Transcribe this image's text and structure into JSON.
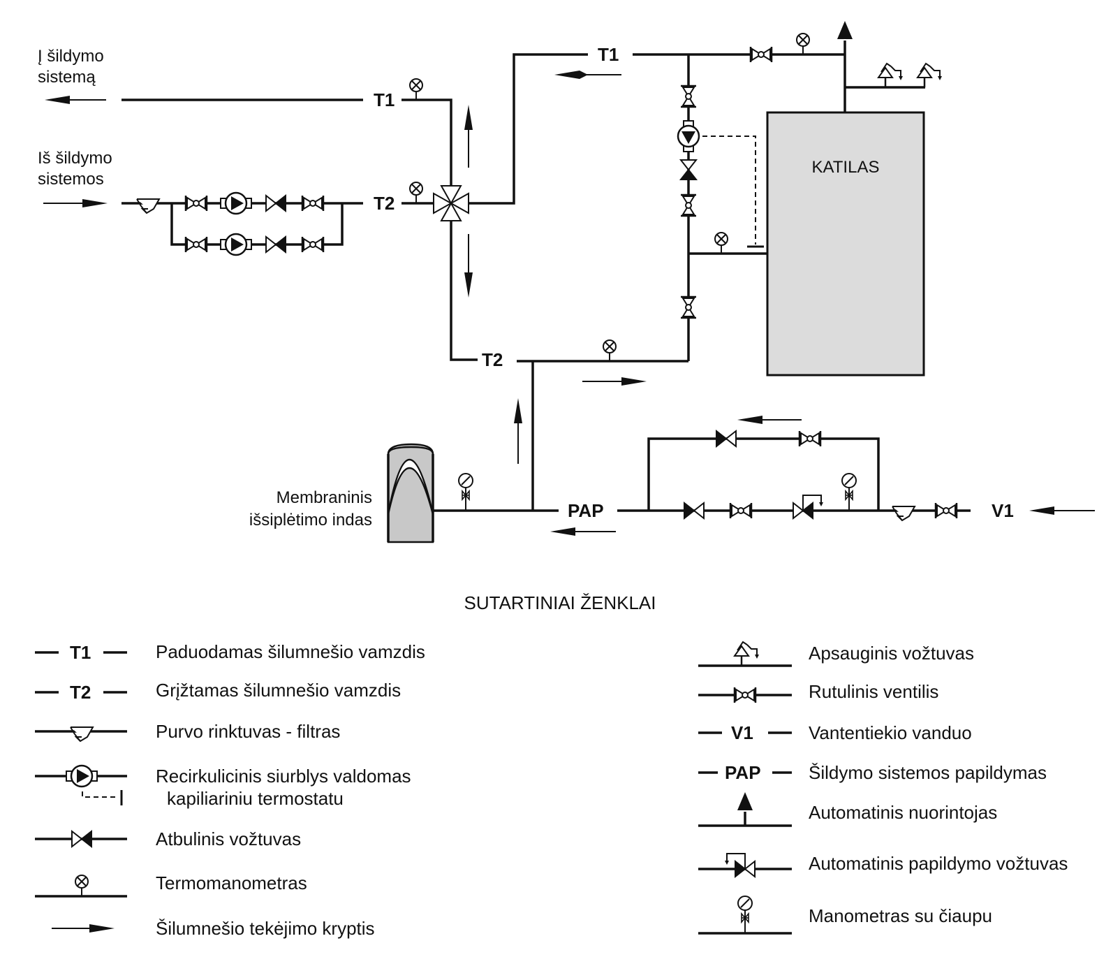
{
  "colors": {
    "line": "#111111",
    "boiler_fill": "#dcdcdc",
    "vessel_fill": "#c8c8c8"
  },
  "diagram": {
    "to_system": [
      "Į šildymo",
      "sistemą"
    ],
    "from_system": [
      "Iš šildymo",
      "sistemos"
    ],
    "t1": "T1",
    "t2": "T2",
    "boiler": "KATILAS",
    "pap": "PAP",
    "v1": "V1",
    "vessel": [
      "Membraninis",
      "išsiplėtimo indas"
    ]
  },
  "legend": {
    "title": "SUTARTINIAI   ŽENKLAI",
    "left": [
      {
        "code": "T1",
        "text": "Paduodamas šilumnešio vamzdis"
      },
      {
        "code": "T2",
        "text": "Grįžtamas šilumnešio vamzdis"
      },
      {
        "icon": "strainer-icon",
        "text": "Purvo rinktuvas - filtras"
      },
      {
        "icon": "pump-icon",
        "text": "Recirkulicinis siurblys valdomas",
        "text2": "kapiliariniu termostatu"
      },
      {
        "icon": "check-valve-icon",
        "text": "Atbulinis vožtuvas"
      },
      {
        "icon": "thermomanometer-icon",
        "text": "Termomanometras"
      },
      {
        "icon": "flow-arrow-icon",
        "text": "Šilumnešio tekėjimo kryptis"
      }
    ],
    "right": [
      {
        "icon": "safety-valve-icon",
        "text": "Apsauginis vožtuvas"
      },
      {
        "icon": "ball-valve-icon",
        "text": "Rutulinis ventilis"
      },
      {
        "code": "V1",
        "text": "Vantentiekio vanduo"
      },
      {
        "code": "PAP",
        "text": "Šildymo sistemos papildymas"
      },
      {
        "icon": "air-vent-icon",
        "text": "Automatinis nuorintojas"
      },
      {
        "icon": "fill-valve-icon",
        "text": "Automatinis papildymo vožtuvas"
      },
      {
        "icon": "manometer-tap-icon",
        "text": "Manometras su čiaupu"
      }
    ]
  }
}
